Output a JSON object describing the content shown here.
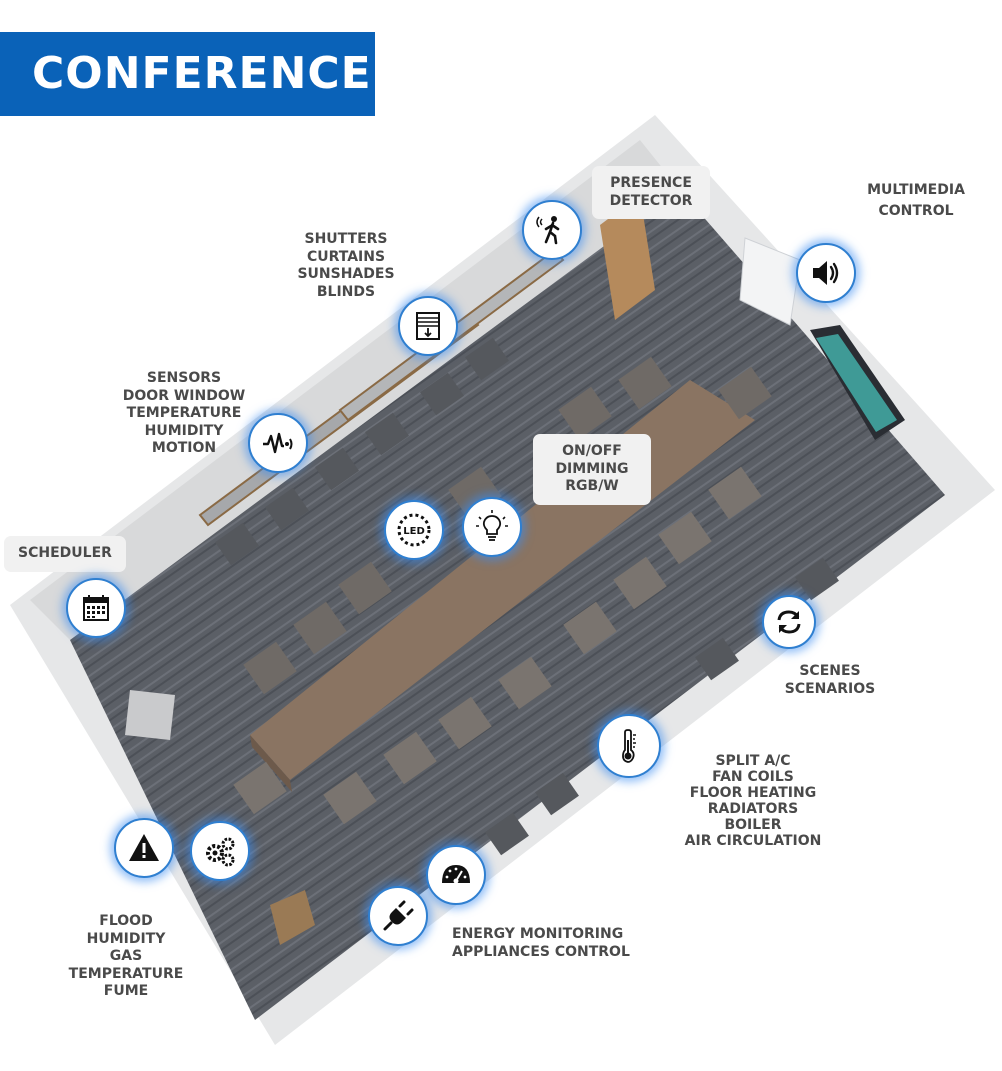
{
  "title": "CONFERENCE",
  "labels": {
    "presence": [
      "PRESENCE",
      "DETECTOR"
    ],
    "multimedia": [
      "MULTIMEDIA",
      "CONTROL"
    ],
    "shutters": [
      "SHUTTERS",
      "CURTAINS",
      "SUNSHADES",
      "BLINDS"
    ],
    "sensors": [
      "SENSORS",
      "DOOR WINDOW",
      "TEMPERATURE",
      "HUMIDITY",
      "MOTION"
    ],
    "lighting": [
      "ON/OFF",
      "DIMMING",
      "RGB/W"
    ],
    "scheduler": [
      "SCHEDULER"
    ],
    "scenes": [
      "SCENES",
      "SCENARIOS"
    ],
    "climate": [
      "SPLIT A/C",
      "FAN COILS",
      "FLOOR HEATING",
      "RADIATORS",
      "BOILER",
      "AIR CIRCULATION"
    ],
    "safety": [
      "FLOOD",
      "HUMIDITY",
      "GAS",
      "TEMPERATURE",
      "FUME"
    ],
    "energy": [
      "ENERGY MONITORING",
      "APPLIANCES CONTROL"
    ]
  },
  "led_text": "LED",
  "colors": {
    "title_bg": "#0a62b8",
    "icon_glow": "#3c8cf0",
    "label_text": "#4a4a4a",
    "carpet": "#5b5f66",
    "table": "#8a7462"
  },
  "icons": [
    "walking-person-icon",
    "speaker-icon",
    "shutter-icon",
    "sensor-wave-icon",
    "led-icon",
    "lightbulb-icon",
    "calendar-icon",
    "refresh-icon",
    "thermometer-icon",
    "warning-icon",
    "gears-icon",
    "gauge-icon",
    "plug-icon"
  ]
}
